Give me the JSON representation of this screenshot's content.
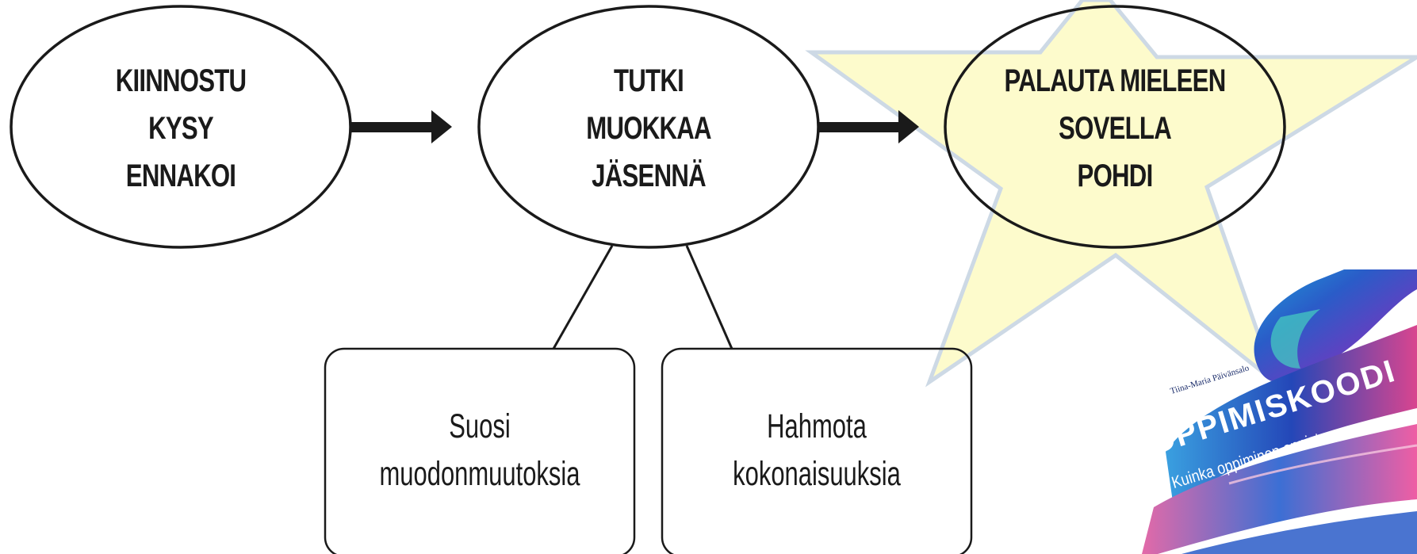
{
  "ovals": [
    {
      "lines": [
        "KIINNOSTU",
        "KYSY",
        "ENNAKOI"
      ]
    },
    {
      "lines": [
        "TUTKI",
        "MUOKKAA",
        "JÄSENNÄ"
      ]
    },
    {
      "lines": [
        "PALAUTA MIELEEN",
        "SOVELLA",
        "POHDI"
      ]
    }
  ],
  "boxes": [
    {
      "lines": [
        "Suosi",
        "muodonmuutoksia"
      ]
    },
    {
      "lines": [
        "Hahmota",
        "kokonaisuuksia"
      ]
    }
  ],
  "book_cover": {
    "author": "Tiina-Maria Päivänsalo",
    "title": "OPPIMISKOODI",
    "subtitle": "Kuinka oppiminen onnistuu"
  },
  "colors": {
    "star_fill": "#fdfbc8",
    "star_stroke": "#c9d6e3",
    "outline": "#1a1a1a",
    "ribbon_blue": "#2a5cc8",
    "ribbon_pink": "#e0489a"
  }
}
